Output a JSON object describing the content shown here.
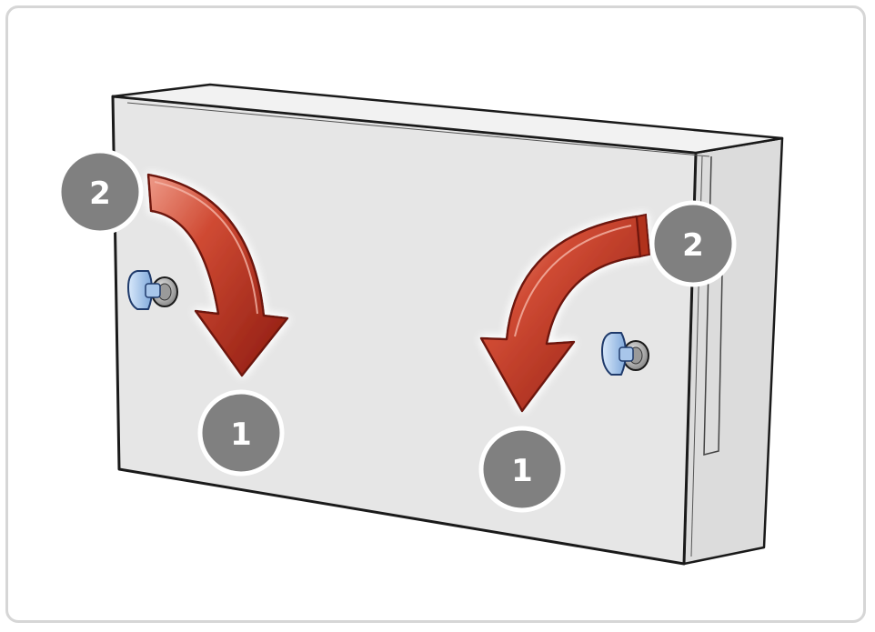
{
  "figure": {
    "steps": [
      {
        "label": "2"
      },
      {
        "label": "2"
      },
      {
        "label": "1"
      },
      {
        "label": "1"
      }
    ]
  }
}
